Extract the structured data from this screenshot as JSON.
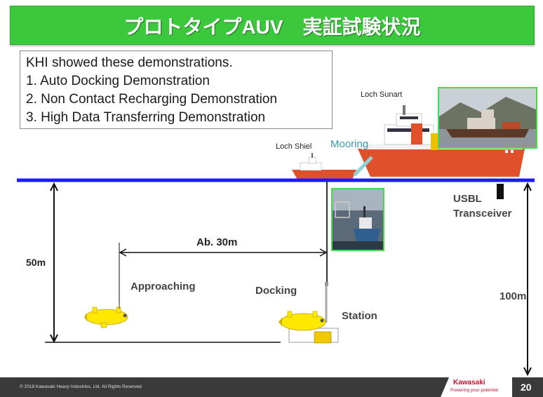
{
  "title": "プロトタイプAUV　実証試験状況",
  "intro": {
    "heading": "KHI showed these demonstrations.",
    "items": [
      "1. Auto Docking Demonstration",
      "2. Non Contact Recharging Demonstration",
      "3. High Data Transferring Demonstration"
    ]
  },
  "labels": {
    "loch_sunart": "Loch Sunart",
    "loch_shiel": "Loch Shiel",
    "mooring": "Mooring",
    "usbl": "USBL",
    "transceiver": "Transceiver",
    "depth_left": "50m",
    "distance": "Ab. 30m",
    "approaching": "Approaching",
    "docking": "Docking",
    "station": "Station",
    "depth_right": "100m"
  },
  "footer": {
    "copyright": "© 2018 Kawasaki Heavy Industries, Ltd. All Rights Reserved",
    "brand": "Kawasaki",
    "tagline": "Powering your potential",
    "page": "20"
  },
  "colors": {
    "title_green": "#3cc83c",
    "water_line": "#1a1aff",
    "auv_yellow": "#ffe800",
    "ship_red": "#e0502a",
    "footer_bg": "#3a3a3a",
    "brand_red": "#c8102e"
  }
}
